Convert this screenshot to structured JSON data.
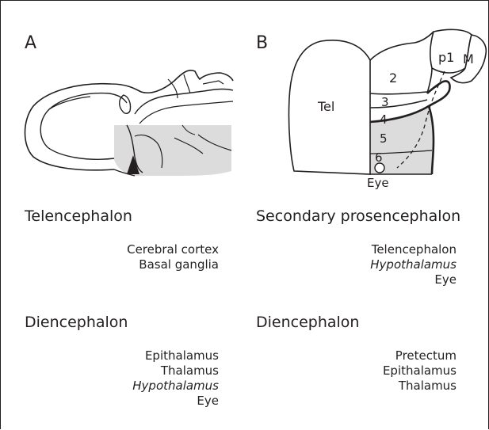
{
  "panels": {
    "a": {
      "label": "A"
    },
    "b": {
      "label": "B",
      "regions": {
        "tel": "Tel",
        "p1": "p1",
        "m": "M",
        "r2": "2",
        "r3": "3",
        "r4": "4",
        "r5": "5",
        "r6": "6",
        "eye": "Eye"
      }
    }
  },
  "left_column": {
    "section1": {
      "title": "Telencephalon",
      "items": [
        {
          "text": "Cerebral cortex",
          "italic": false
        },
        {
          "text": "Basal ganglia",
          "italic": false
        }
      ]
    },
    "section2": {
      "title": "Diencephalon",
      "items": [
        {
          "text": "Epithalamus",
          "italic": false
        },
        {
          "text": "Thalamus",
          "italic": false
        },
        {
          "text": "Hypothalamus",
          "italic": true
        },
        {
          "text": "Eye",
          "italic": false
        }
      ]
    }
  },
  "right_column": {
    "section1": {
      "title": "Secondary prosencephalon",
      "items": [
        {
          "text": "Telencephalon",
          "italic": false
        },
        {
          "text": "Hypothalamus",
          "italic": true
        },
        {
          "text": "Eye",
          "italic": false
        }
      ]
    },
    "section2": {
      "title": "Diencephalon",
      "items": [
        {
          "text": "Pretectum",
          "italic": false
        },
        {
          "text": "Epithalamus",
          "italic": false
        },
        {
          "text": "Thalamus",
          "italic": false
        }
      ]
    }
  },
  "colors": {
    "ink": "#231f20",
    "highlight": "#dcdcdc"
  }
}
